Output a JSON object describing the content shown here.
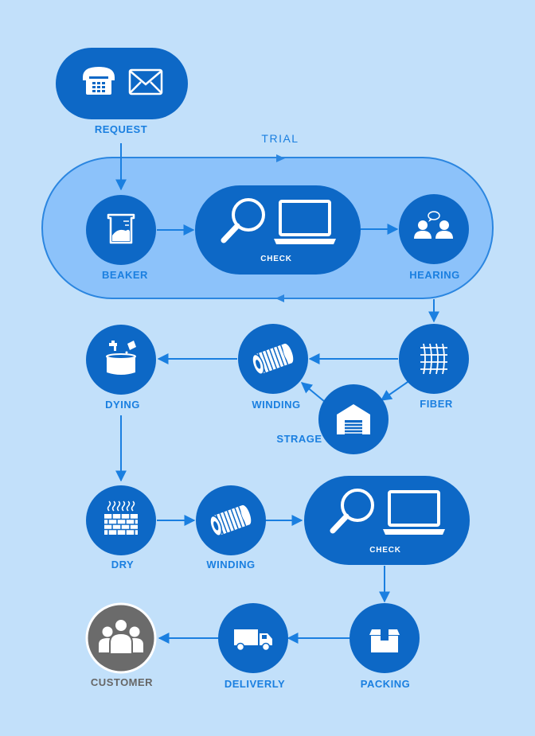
{
  "colors": {
    "background": "#c2e0fa",
    "node": "#0d68c6",
    "trial_band": "#8cc2fa",
    "trial_border": "#2b86e0",
    "arrow": "#1a7fe0",
    "label": "#1a7fe0",
    "customer_node": "#6b6b6b",
    "customer_label": "#666666"
  },
  "labels": {
    "request": "REQUEST",
    "trial": "TRIAL",
    "beaker": "BEAKER",
    "check_trial": "CHECK",
    "hearing": "HEARING",
    "dying": "DYING",
    "winding_top": "WINDING",
    "fiber": "FIBER",
    "strage": "STRAGE",
    "dry": "DRY",
    "winding_mid": "WINDING",
    "check_main": "CHECK",
    "customer": "CUSTOMER",
    "deliverly": "DELIVERLY",
    "packing": "PACKING"
  },
  "icons": {
    "request": [
      "phone-icon",
      "mail-icon"
    ],
    "beaker": "beaker-icon",
    "check": [
      "magnifier-icon",
      "laptop-icon"
    ],
    "hearing": "people-chat-icon",
    "dying": "dye-tank-icon",
    "winding": "yarn-spool-icon",
    "fiber": "fiber-mesh-icon",
    "strage": "warehouse-icon",
    "dry": "heat-wall-icon",
    "customer": "group-icon",
    "deliverly": "truck-icon",
    "packing": "box-icon"
  }
}
